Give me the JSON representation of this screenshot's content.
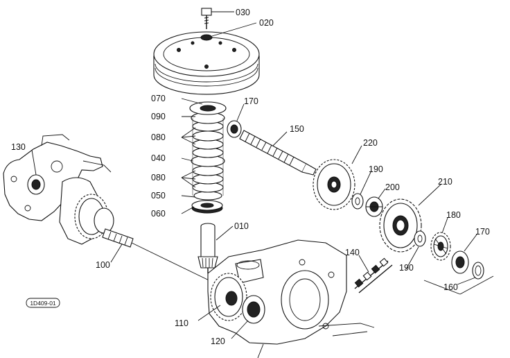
{
  "diagram_id": "1D409-01",
  "labels": {
    "p010": "010",
    "p020": "020",
    "p030": "030",
    "p040": "040",
    "p050": "050",
    "p060": "060",
    "p070": "070",
    "p080a": "080",
    "p080b": "080",
    "p090": "090",
    "p100": "100",
    "p110": "110",
    "p120": "120",
    "p130": "130",
    "p140": "140",
    "p150": "150",
    "p160": "160",
    "p170a": "170",
    "p170b": "170",
    "p180": "180",
    "p190a": "190",
    "p190b": "190",
    "p200": "200",
    "p210": "210",
    "p220": "220"
  }
}
